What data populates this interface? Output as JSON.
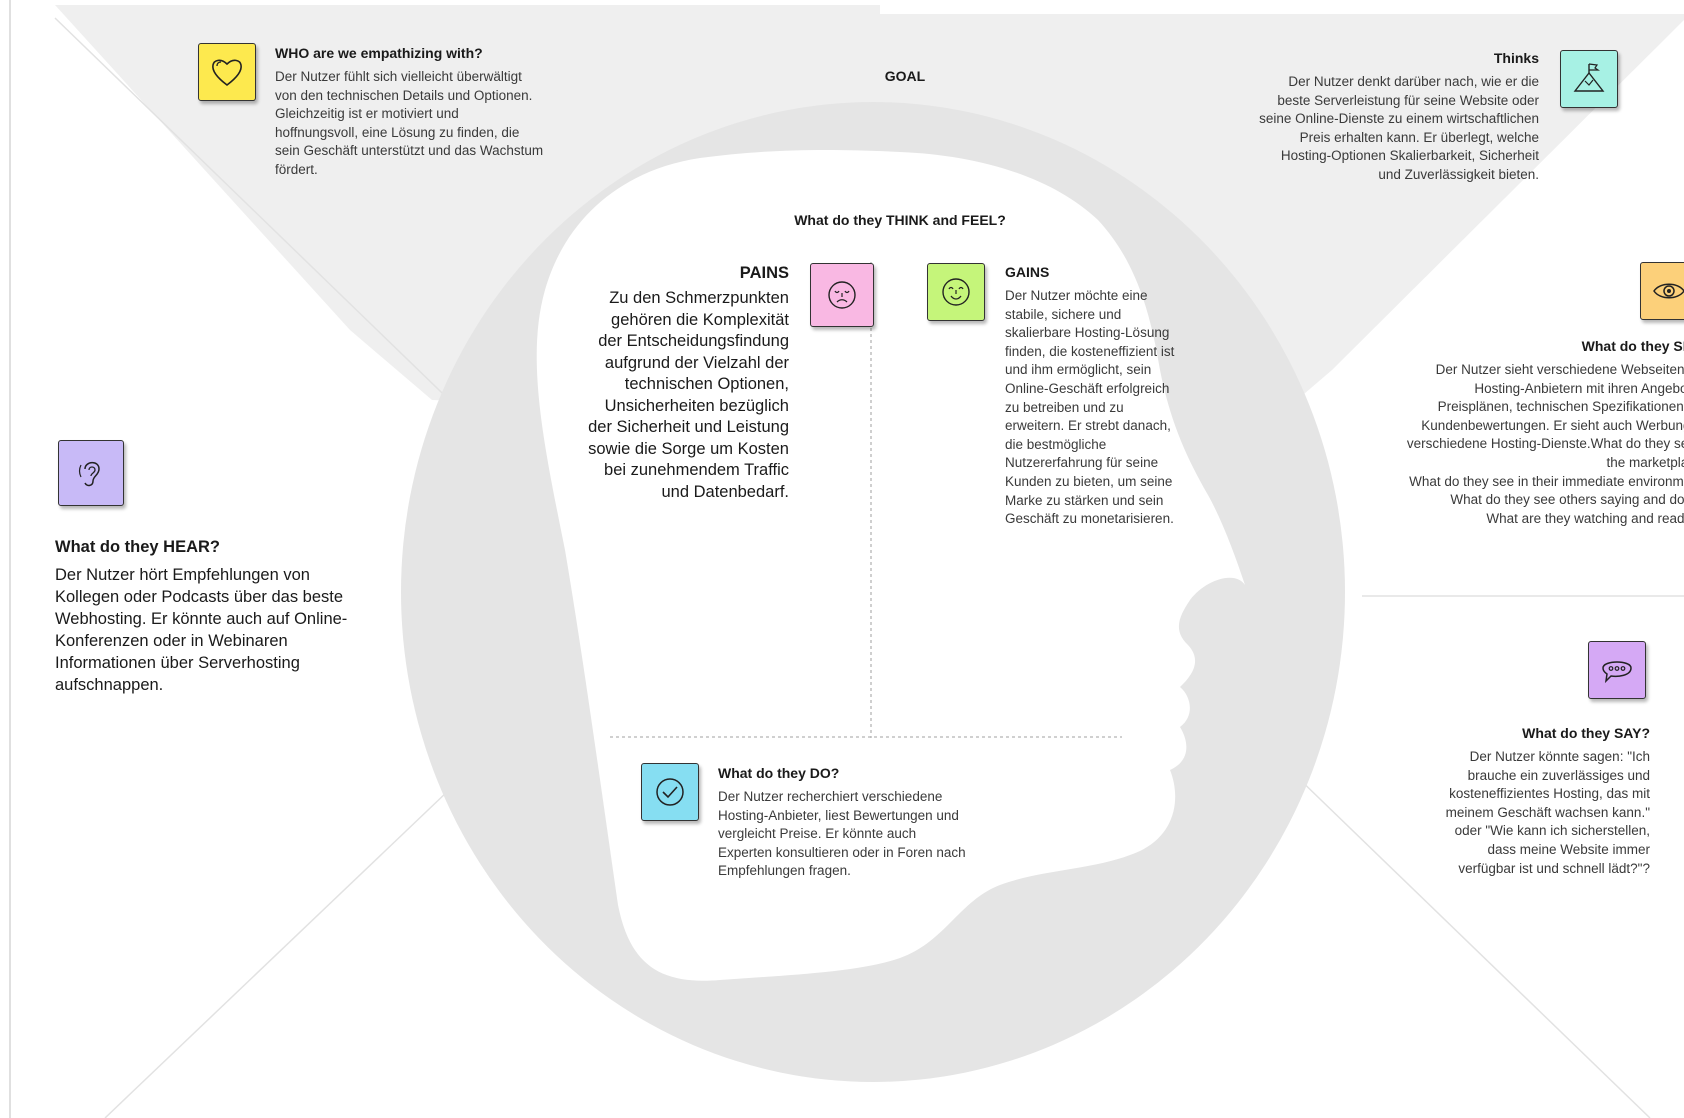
{
  "goal": {
    "label": "GOAL"
  },
  "who": {
    "title": "WHO are we empathizing with?",
    "lines": [
      "Der Nutzer fühlt sich vielleicht überwältigt",
      "von den technischen Details und Optionen.",
      "Gleichzeitig ist er motiviert und",
      "hoffnungsvoll, eine Lösung zu finden, die",
      "sein Geschäft unterstützt und das Wachstum",
      "fördert."
    ],
    "icon": "heart-icon",
    "color": "#fde94e"
  },
  "thinks": {
    "title": "Thinks",
    "lines": [
      "Der Nutzer denkt darüber nach, wie er die",
      "beste Serverleistung für seine Website oder",
      "seine Online-Dienste zu einem wirtschaftlichen",
      "Preis erhalten kann. Er überlegt, welche",
      "Hosting-Optionen Skalierbarkeit, Sicherheit",
      "und Zuverlässigkeit bieten."
    ],
    "icon": "mountain-flag-icon",
    "color": "#a7f1e4"
  },
  "think_feel": {
    "title": "What do they THINK and FEEL?"
  },
  "pains": {
    "title": "PAINS",
    "lines": [
      "Zu den Schmerzpunkten",
      "gehören die Komplexität",
      "der Entscheidungsfindung",
      "aufgrund der Vielzahl der",
      "technischen Optionen,",
      "Unsicherheiten bezüglich",
      "der Sicherheit und Leistung",
      "sowie die Sorge um Kosten",
      "bei zunehmendem Traffic",
      "und Datenbedarf."
    ],
    "icon": "sad-face-icon",
    "color": "#f9b8e3"
  },
  "gains": {
    "title": "GAINS",
    "lines": [
      "Der Nutzer möchte eine",
      "stabile, sichere und",
      "skalierbare Hosting-Lösung",
      "finden, die kosteneffizient ist",
      "und ihm ermöglicht, sein",
      "Online-Geschäft erfolgreich",
      "zu betreiben und zu",
      "erweitern. Er strebt danach,",
      "die bestmögliche",
      "Nutzererfahrung für seine",
      "Kunden zu bieten, um seine",
      "Marke zu stärken und sein",
      "Geschäft zu monetarisieren."
    ],
    "icon": "happy-face-icon",
    "color": "#c5f57a"
  },
  "sees": {
    "title": "What do they SEE?",
    "lines": [
      "Der Nutzer sieht verschiedene Webseiten von",
      "Hosting-Anbietern mit ihren Angeboten,",
      "Preisplänen, technischen Spezifikationen und",
      "Kundenbewertungen. Er sieht auch Werbung für",
      "verschiedene Hosting-Dienste.What do they see in",
      "the marketplace?",
      "What do they see in their immediate environment?",
      "What do they see others saying and doing?",
      "What are they watching and reading?"
    ],
    "icon": "eye-icon",
    "color": "#fcd07a"
  },
  "hears": {
    "title": "What do they HEAR?",
    "lines": [
      "Der Nutzer hört Empfehlungen von",
      "Kollegen oder Podcasts über das beste",
      "Webhosting. Er könnte auch auf Online-",
      "Konferenzen oder in Webinaren",
      "Informationen über Serverhosting",
      "aufschnappen."
    ],
    "icon": "ear-icon",
    "color": "#c8baf7"
  },
  "says": {
    "title": "What do they SAY?",
    "lines": [
      "Der Nutzer könnte sagen: \"Ich",
      "brauche ein zuverlässiges und",
      "kosteneffizientes Hosting, das mit",
      "meinem Geschäft wachsen kann.\"",
      "oder \"Wie kann ich sicherstellen,",
      "dass meine Website immer",
      "verfügbar ist und schnell lädt?\"?"
    ],
    "icon": "speech-bubble-icon",
    "color": "#d5a9f5"
  },
  "does": {
    "title": "What do they DO?",
    "lines": [
      "Der Nutzer recherchiert verschiedene",
      "Hosting-Anbieter, liest Bewertungen und",
      "vergleicht Preise. Er könnte auch",
      "Experten konsultieren oder in Foren nach",
      "Empfehlungen fragen."
    ],
    "icon": "checkmark-icon",
    "color": "#86def2"
  }
}
